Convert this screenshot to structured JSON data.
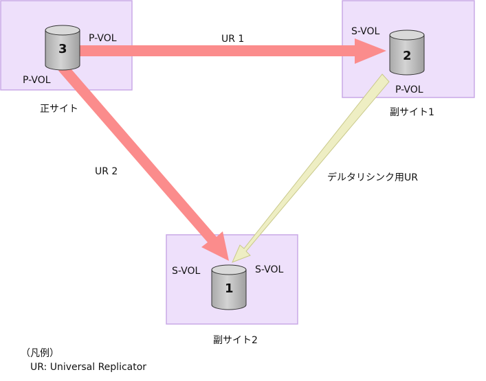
{
  "sites": {
    "primary": {
      "name": "正サイト",
      "volumes": [
        "P-VOL",
        "P-VOL"
      ],
      "disk_number": "3"
    },
    "secondary1": {
      "name": "副サイト1",
      "volumes": [
        "S-VOL",
        "P-VOL"
      ],
      "disk_number": "2"
    },
    "secondary2": {
      "name": "副サイト2",
      "volumes": [
        "S-VOL",
        "S-VOL"
      ],
      "disk_number": "1"
    }
  },
  "links": {
    "ur1": "UR 1",
    "ur2": "UR 2",
    "delta": "デルタリシンク用UR"
  },
  "legend": {
    "title": "（凡例）",
    "entry": "UR: Universal Replicator"
  },
  "colors": {
    "site_fill": "#eee0fb",
    "site_border": "#c9a8e6",
    "ur_arrow": "#fb8c8c",
    "delta_arrow": "#eeeec3",
    "delta_border": "#c9c98a",
    "disk_top": "#d9d9d9",
    "disk_side": "#bdbdbd"
  }
}
